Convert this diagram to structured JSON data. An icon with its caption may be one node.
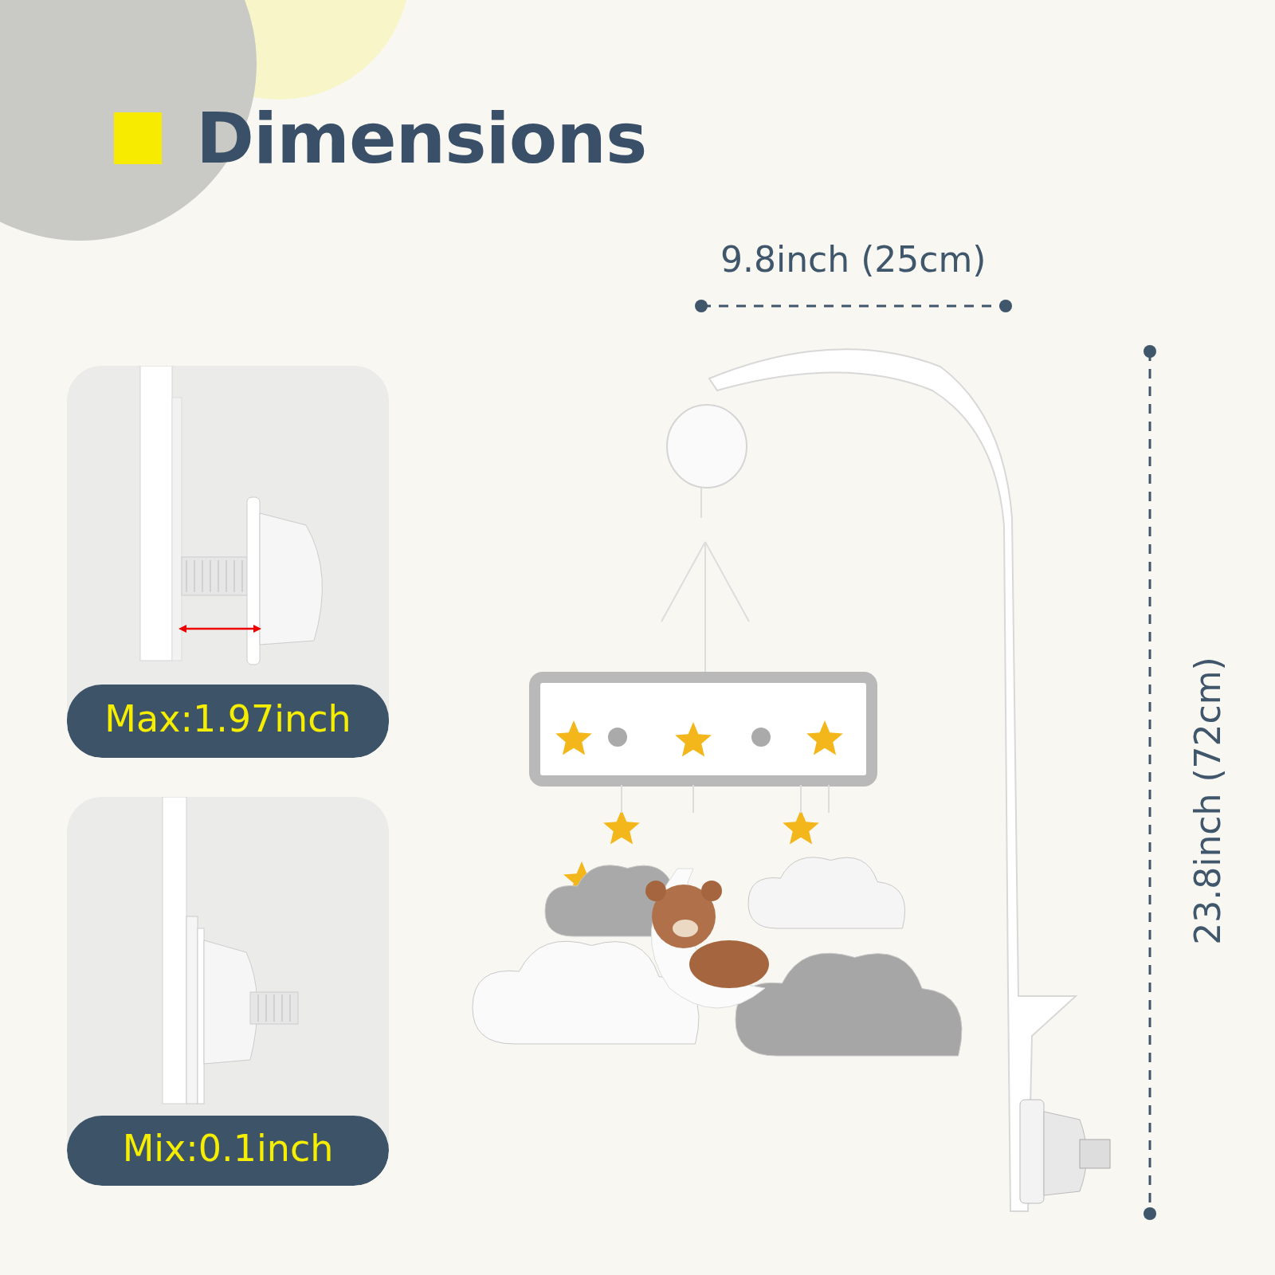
{
  "diagram": {
    "title": "Dimensions",
    "nodes": [
      {
        "text": [
          "Max:1.97inch"
        ]
      },
      {
        "text": [
          "Mix:0.1inch"
        ]
      }
    ],
    "labels": [
      "9.8inch (25cm)",
      "23.8inch (72cm)"
    ]
  }
}
